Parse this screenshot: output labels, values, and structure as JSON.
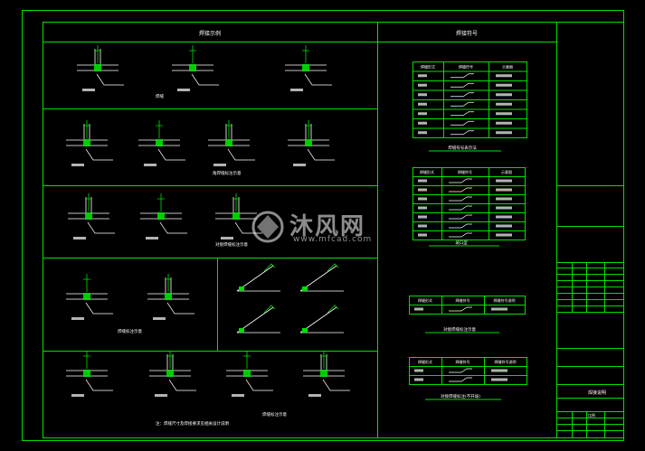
{
  "colors": {
    "line": "#00e000",
    "dim": "#00b000",
    "white": "#ffffff",
    "bg": "#000000",
    "weld": "#ffffff"
  },
  "watermark": {
    "brand": "沐风网",
    "url": "www.mfcad.com"
  },
  "left_panel_title": "焊接示例",
  "right_panel_title": "焊接符号",
  "tables": [
    {
      "rows": 7,
      "title": "焊缝符号表示法",
      "headers": [
        "焊缝形式",
        "焊缝符号",
        "示意图"
      ]
    },
    {
      "rows": 7,
      "title": "坡口型",
      "headers": [
        "焊缝形式",
        "焊缝符号",
        "示意图"
      ]
    },
    {
      "rows": 1,
      "title": "对接焊缝标注示意",
      "headers": [
        "焊缝形式",
        "焊缝符号",
        "焊缝符号说明"
      ]
    },
    {
      "rows": 2,
      "title": "对接焊缝标注(不开坡)",
      "headers": [
        "焊缝形式",
        "焊缝符号",
        "焊缝符号说明"
      ]
    }
  ],
  "row_captions": [
    "焊缝",
    "角焊缝标注示意",
    "对接焊缝标注示意",
    "焊缝标注示意",
    "",
    "焊缝标注示意"
  ],
  "bottom_caption": "注：焊缝尺寸及焊接要求见相关设计说明",
  "title_block": {
    "drawing_name": "焊接说明",
    "scale_label": "比例"
  }
}
